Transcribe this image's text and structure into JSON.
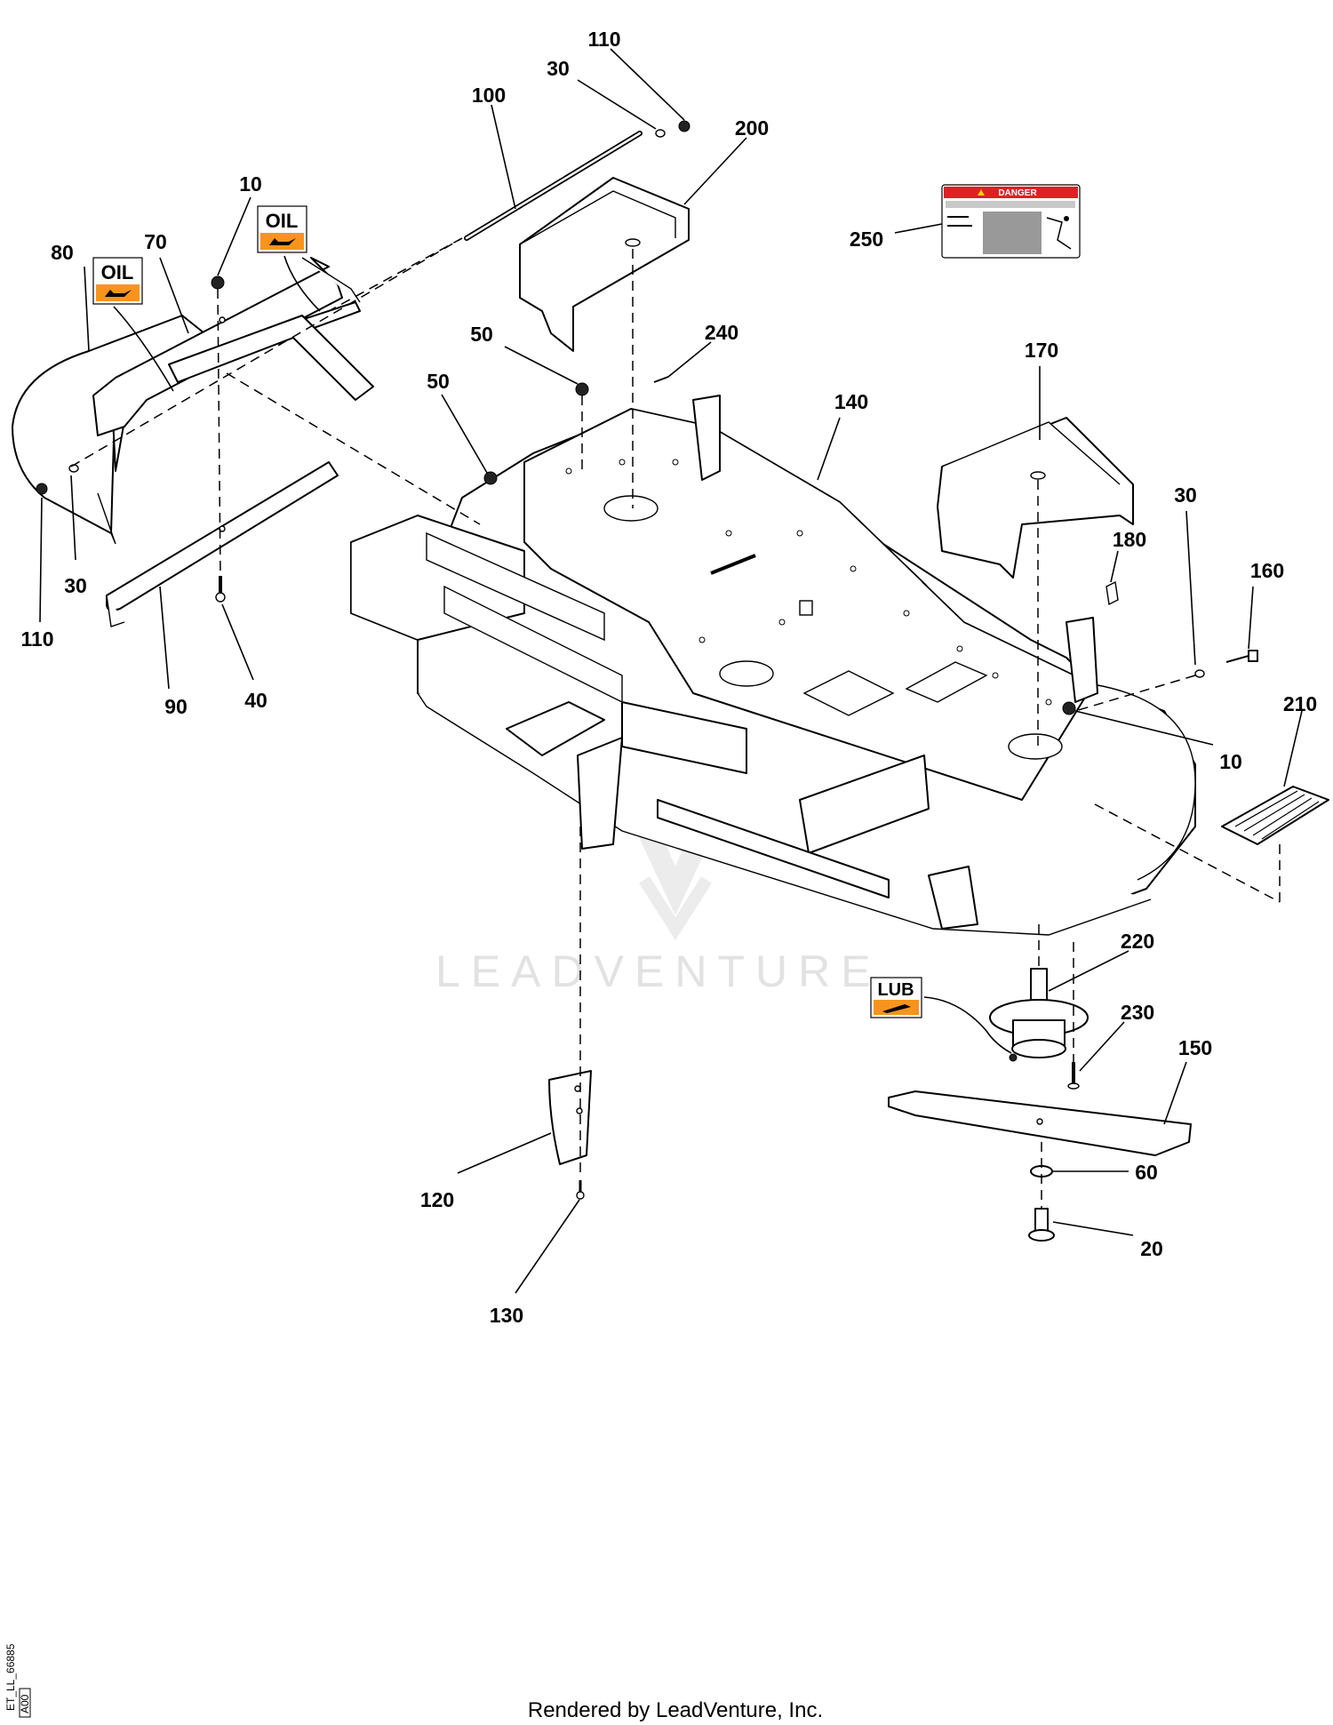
{
  "diagram": {
    "callouts": {
      "c110a": "110",
      "c30a": "30",
      "c100": "100",
      "c200": "200",
      "c10a": "10",
      "c80": "80",
      "c70": "70",
      "c250": "250",
      "c50a": "50",
      "c240": "240",
      "c170": "170",
      "c50b": "50",
      "c140": "140",
      "c30b": "30",
      "c180": "180",
      "c160": "160",
      "c30c": "30",
      "c110b": "110",
      "c90": "90",
      "c40": "40",
      "c210": "210",
      "c10b": "10",
      "c220": "220",
      "c230": "230",
      "c150": "150",
      "c120": "120",
      "c60": "60",
      "c20": "20",
      "c130": "130"
    },
    "decals": {
      "oil_left": "OIL",
      "oil_right": "OIL",
      "lub": "LUB",
      "danger": "DANGER"
    },
    "colors": {
      "oil_decal": "#f7941d",
      "danger_red": "#e31e24",
      "watermark": "#e2e2e2"
    },
    "watermark": "LEADVENTURE",
    "footer": "Rendered by LeadVenture, Inc.",
    "doc_id": "ET_LL_66885",
    "doc_rev": "A00"
  }
}
